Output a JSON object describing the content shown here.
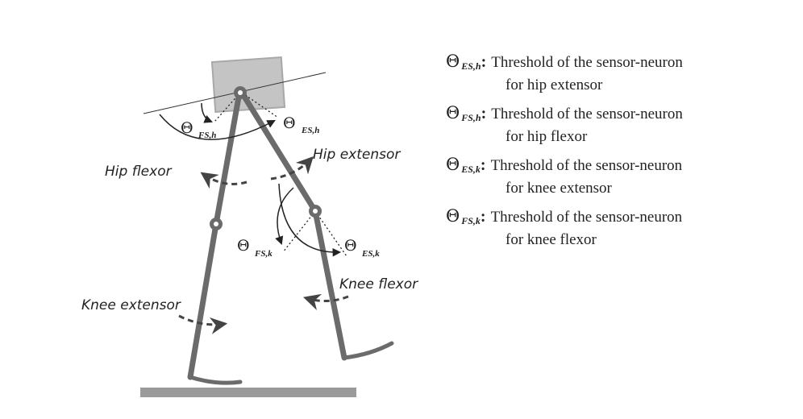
{
  "labels": {
    "hip_flexor": "Hip flexor",
    "hip_extensor": "Hip extensor",
    "knee_extensor": "Knee extensor",
    "knee_flexor": "Knee flexor"
  },
  "angle_labels": {
    "fs_h": {
      "symbol": "Θ",
      "sub": "FS,h"
    },
    "es_h": {
      "symbol": "Θ",
      "sub": "ES,h"
    },
    "fs_k": {
      "symbol": "Θ",
      "sub": "FS,k"
    },
    "es_k": {
      "symbol": "Θ",
      "sub": "ES,k"
    }
  },
  "legend": [
    {
      "symbol": "Θ",
      "sub": "ES,h",
      "colon": ":",
      "line1": "Threshold of the sensor-neuron",
      "line2": "for hip extensor"
    },
    {
      "symbol": "Θ",
      "sub": "FS,h",
      "colon": ":",
      "line1": "Threshold of the sensor-neuron",
      "line2": "for hip flexor"
    },
    {
      "symbol": "Θ",
      "sub": "ES,k",
      "colon": ":",
      "line1": "Threshold of the sensor-neuron",
      "line2": "for knee extensor"
    },
    {
      "symbol": "Θ",
      "sub": "FS,k",
      "colon": ":",
      "line1": "Threshold of the sensor-neuron",
      "line2": "for knee flexor"
    }
  ],
  "colors": {
    "leg": "#6b6b6b",
    "body": "#c4c4c4",
    "ground": "#9a9a9a",
    "ink": "#222222"
  }
}
